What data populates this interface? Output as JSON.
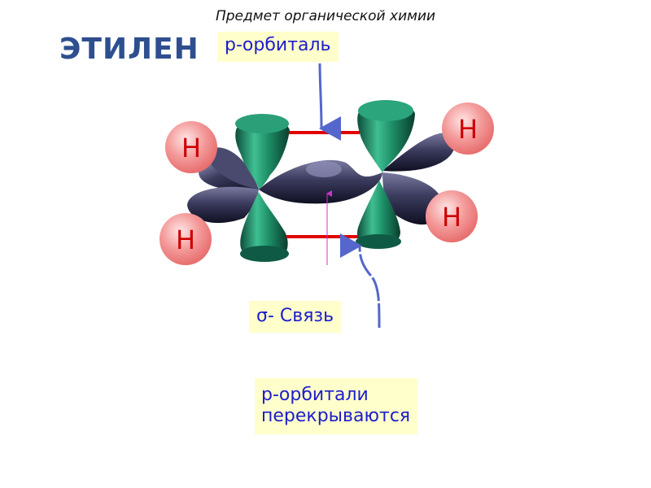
{
  "header": {
    "subtitle": "Предмет органической химии",
    "title": "ЭТИЛЕН"
  },
  "labels": {
    "p_orbital": "p-орбиталь",
    "sigma_bond": "σ- Связь",
    "overlap_line1": "p-орбитали",
    "overlap_line2": "перекрываются"
  },
  "atoms": {
    "top_left": "H",
    "bottom_left": "H",
    "top_right": "H",
    "bottom_right": "H"
  },
  "colors": {
    "title": "#2e4f8f",
    "label_text": "#1d1dcc",
    "label_bg": "#ffffcc",
    "p_orbital": "#1f8f6a",
    "sp2_orbital": "#3a3a5a",
    "pi_bond_line": "#e00000",
    "hydrogen": "#f08080"
  }
}
